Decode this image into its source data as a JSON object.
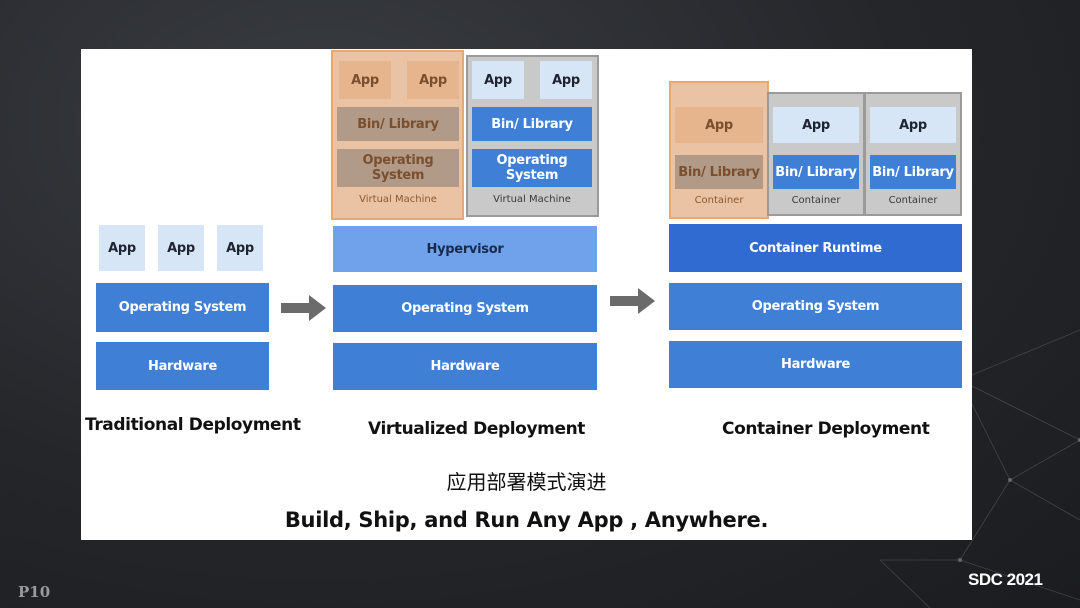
{
  "traditional": {
    "apps": [
      "App",
      "App",
      "App"
    ],
    "os": "Operating System",
    "hardware": "Hardware",
    "caption": "Traditional Deployment"
  },
  "virtualized": {
    "vm1": {
      "apps": [
        "App",
        "App"
      ],
      "bins": "Bin/ Library",
      "os": "Operating System",
      "label": "Virtual Machine"
    },
    "vm2": {
      "apps": [
        "App",
        "App"
      ],
      "bins": "Bin/ Library",
      "os": "Operating System",
      "label": "Virtual Machine"
    },
    "hypervisor": "Hypervisor",
    "os": "Operating System",
    "hardware": "Hardware",
    "caption": "Virtualized Deployment"
  },
  "container": {
    "containers": [
      {
        "app": "App",
        "bins": "Bin/ Library",
        "label": "Container"
      },
      {
        "app": "App",
        "bins": "Bin/ Library",
        "label": "Container"
      },
      {
        "app": "App",
        "bins": "Bin/ Library",
        "label": "Container"
      }
    ],
    "runtime": "Container Runtime",
    "os": "Operating System",
    "hardware": "Hardware",
    "caption": "Container Deployment"
  },
  "subtitle_cn": "应用部署模式演进",
  "slogan": "Build, Ship, and Run Any App , Anywhere.",
  "page_number": "P10",
  "brand": "SDC 2021",
  "colors": {
    "layer_blue": "#3f7fd6",
    "hypervisor_blue": "#6fa2ea",
    "runtime_blue": "#2f6bd0",
    "app_light": "#d6e6f7",
    "highlight_orange": "#e8a86f"
  }
}
